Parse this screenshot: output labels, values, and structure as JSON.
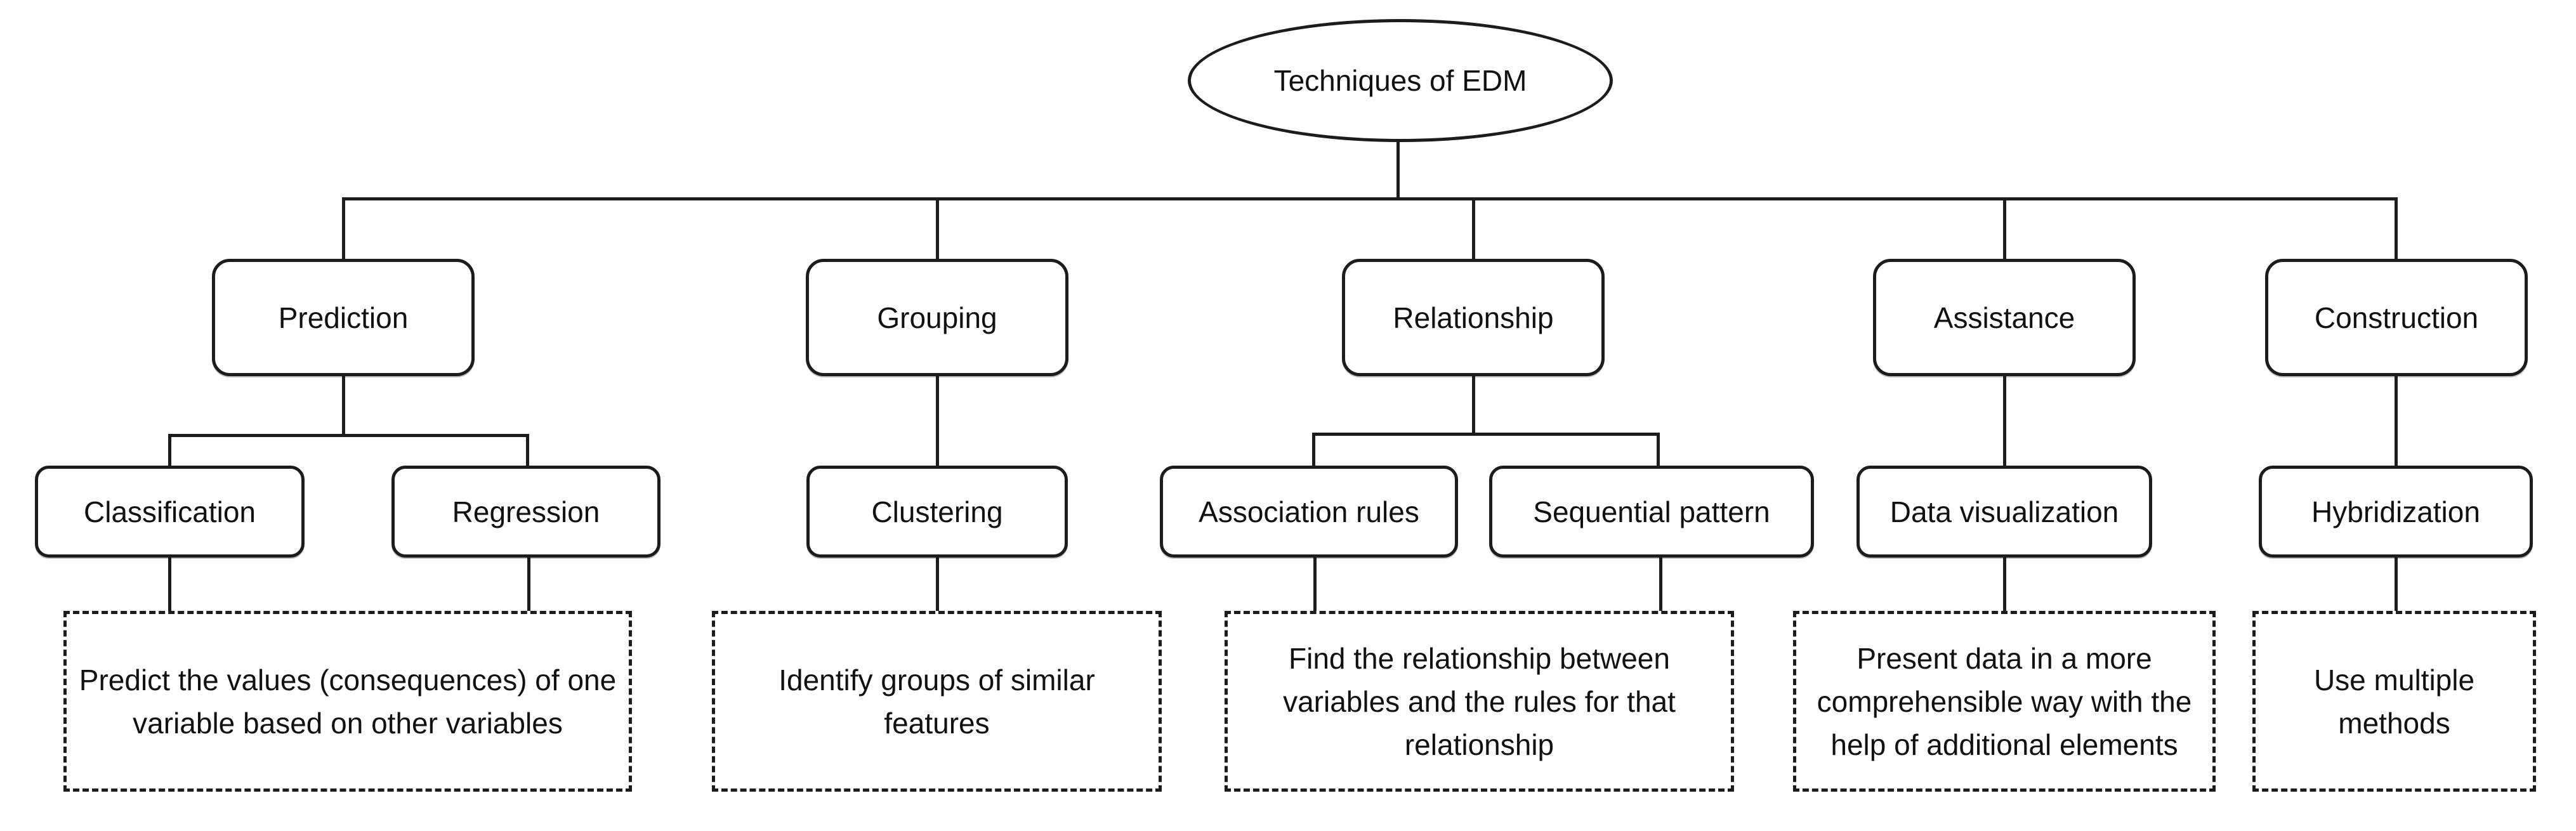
{
  "diagram": {
    "title": "Techniques of EDM flowchart",
    "root": {
      "label": "Techniques of EDM"
    },
    "level1": [
      {
        "label": "Prediction"
      },
      {
        "label": "Grouping"
      },
      {
        "label": "Relationship"
      },
      {
        "label": "Assistance"
      },
      {
        "label": "Construction"
      }
    ],
    "level2": [
      {
        "label": "Classification",
        "parent": "Prediction"
      },
      {
        "label": "Regression",
        "parent": "Prediction"
      },
      {
        "label": "Clustering",
        "parent": "Grouping"
      },
      {
        "label": "Association rules",
        "parent": "Relationship"
      },
      {
        "label": "Sequential pattern",
        "parent": "Relationship"
      },
      {
        "label": "Data visualization",
        "parent": "Assistance"
      },
      {
        "label": "Hybridization",
        "parent": "Construction"
      }
    ],
    "descriptions": [
      {
        "for": "Prediction",
        "text": "Predict the values (consequences) of one variable based on other variables"
      },
      {
        "for": "Grouping",
        "text": "Identify groups of similar features"
      },
      {
        "for": "Relationship",
        "text": "Find the relationship between variables and the rules for that relationship"
      },
      {
        "for": "Assistance",
        "text": "Present data in a more comprehensible way with the help of additional elements"
      },
      {
        "for": "Construction",
        "text": "Use multiple methods"
      }
    ],
    "colors": {
      "line": "#1c1c1c",
      "text": "#111111",
      "background": "#ffffff"
    }
  }
}
